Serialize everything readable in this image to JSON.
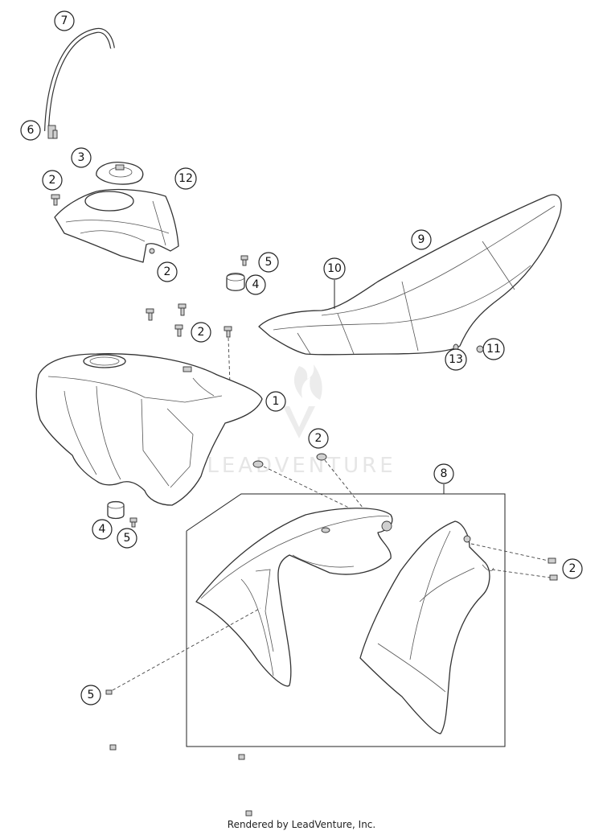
{
  "callouts": [
    "7",
    "6",
    "3",
    "2",
    "12",
    "2",
    "5",
    "4",
    "9",
    "10",
    "2",
    "1",
    "13",
    "11",
    "2",
    "8",
    "4",
    "5",
    "2",
    "5"
  ],
  "watermark": "LEADVENTURE",
  "footer": "Rendered by LeadVenture, Inc."
}
